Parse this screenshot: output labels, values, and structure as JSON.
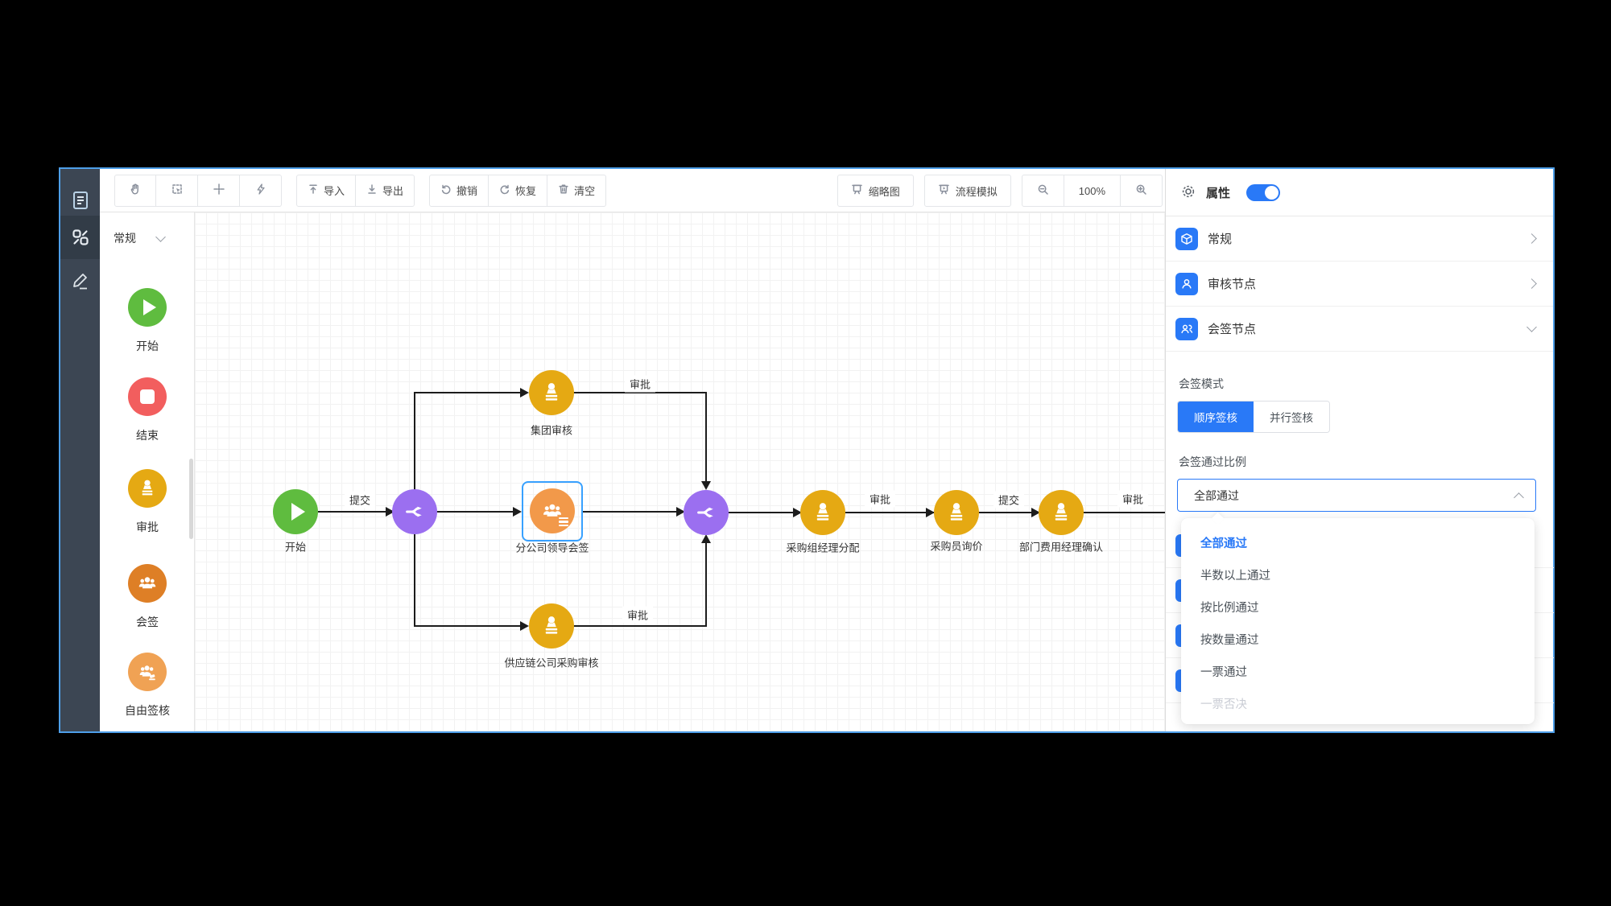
{
  "toolbar": {
    "import_label": "导入",
    "export_label": "导出",
    "undo_label": "撤销",
    "redo_label": "恢复",
    "clear_label": "清空",
    "minimap_label": "缩略图",
    "simulate_label": "流程模拟",
    "zoom_level": "100%",
    "icon_buttons": [
      "pan-hand",
      "region-select",
      "fit-center",
      "beautify-lightning"
    ]
  },
  "sidebar_icons": [
    "form",
    "flow-nodes",
    "pencil"
  ],
  "palette": {
    "header": "常规",
    "items": [
      {
        "label": "开始",
        "type": "start",
        "color": "#5fbc3f"
      },
      {
        "label": "结束",
        "type": "end",
        "color": "#f25e5e"
      },
      {
        "label": "审批",
        "type": "approve",
        "color": "#e5a913"
      },
      {
        "label": "会签",
        "type": "countersign",
        "color": "#de7f26"
      },
      {
        "label": "自由签核",
        "type": "free-sign",
        "color": "#f0a254"
      }
    ]
  },
  "canvas": {
    "nodes": [
      {
        "label": "开始",
        "type": "start"
      },
      {
        "label": "集团审核",
        "type": "approve"
      },
      {
        "label": "分公司领导会签",
        "type": "countersign",
        "selected": true
      },
      {
        "label": "供应链公司采购审核",
        "type": "approve"
      },
      {
        "label": "采购组经理分配",
        "type": "approve"
      },
      {
        "label": "采购员询价",
        "type": "approve"
      },
      {
        "label": "部门费用经理确认",
        "type": "approve"
      }
    ],
    "edge_labels": [
      {
        "text": "提交"
      },
      {
        "text": "审批"
      },
      {
        "text": "审批"
      },
      {
        "text": "审批"
      },
      {
        "text": "提交"
      },
      {
        "text": "审批"
      }
    ]
  },
  "panel": {
    "title": "属性",
    "sections": [
      {
        "label": "常规",
        "state": "collapsed"
      },
      {
        "label": "审核节点",
        "state": "collapsed"
      },
      {
        "label": "会签节点",
        "state": "expanded"
      }
    ],
    "mode_label": "会签模式",
    "mode_options": [
      {
        "label": "顺序签核",
        "selected": true
      },
      {
        "label": "并行签核",
        "selected": false
      }
    ],
    "ratio_label": "会签通过比例",
    "select_value": "全部通过",
    "dropdown_options": [
      {
        "label": "全部通过",
        "selected": true
      },
      {
        "label": "半数以上通过"
      },
      {
        "label": "按比例通过"
      },
      {
        "label": "按数量通过"
      },
      {
        "label": "一票通过"
      },
      {
        "label": "一票否决",
        "disabled": true
      }
    ]
  },
  "colors": {
    "accent_blue": "#2979f7",
    "window_border": "#4e9fe9",
    "start_green": "#5fbc3f",
    "end_red": "#f25e5e",
    "approve_gold": "#e5a913",
    "countersign_orange": "#f2994a",
    "gateway_purple": "#9b6ff0",
    "rail_dark": "#3c4653"
  }
}
